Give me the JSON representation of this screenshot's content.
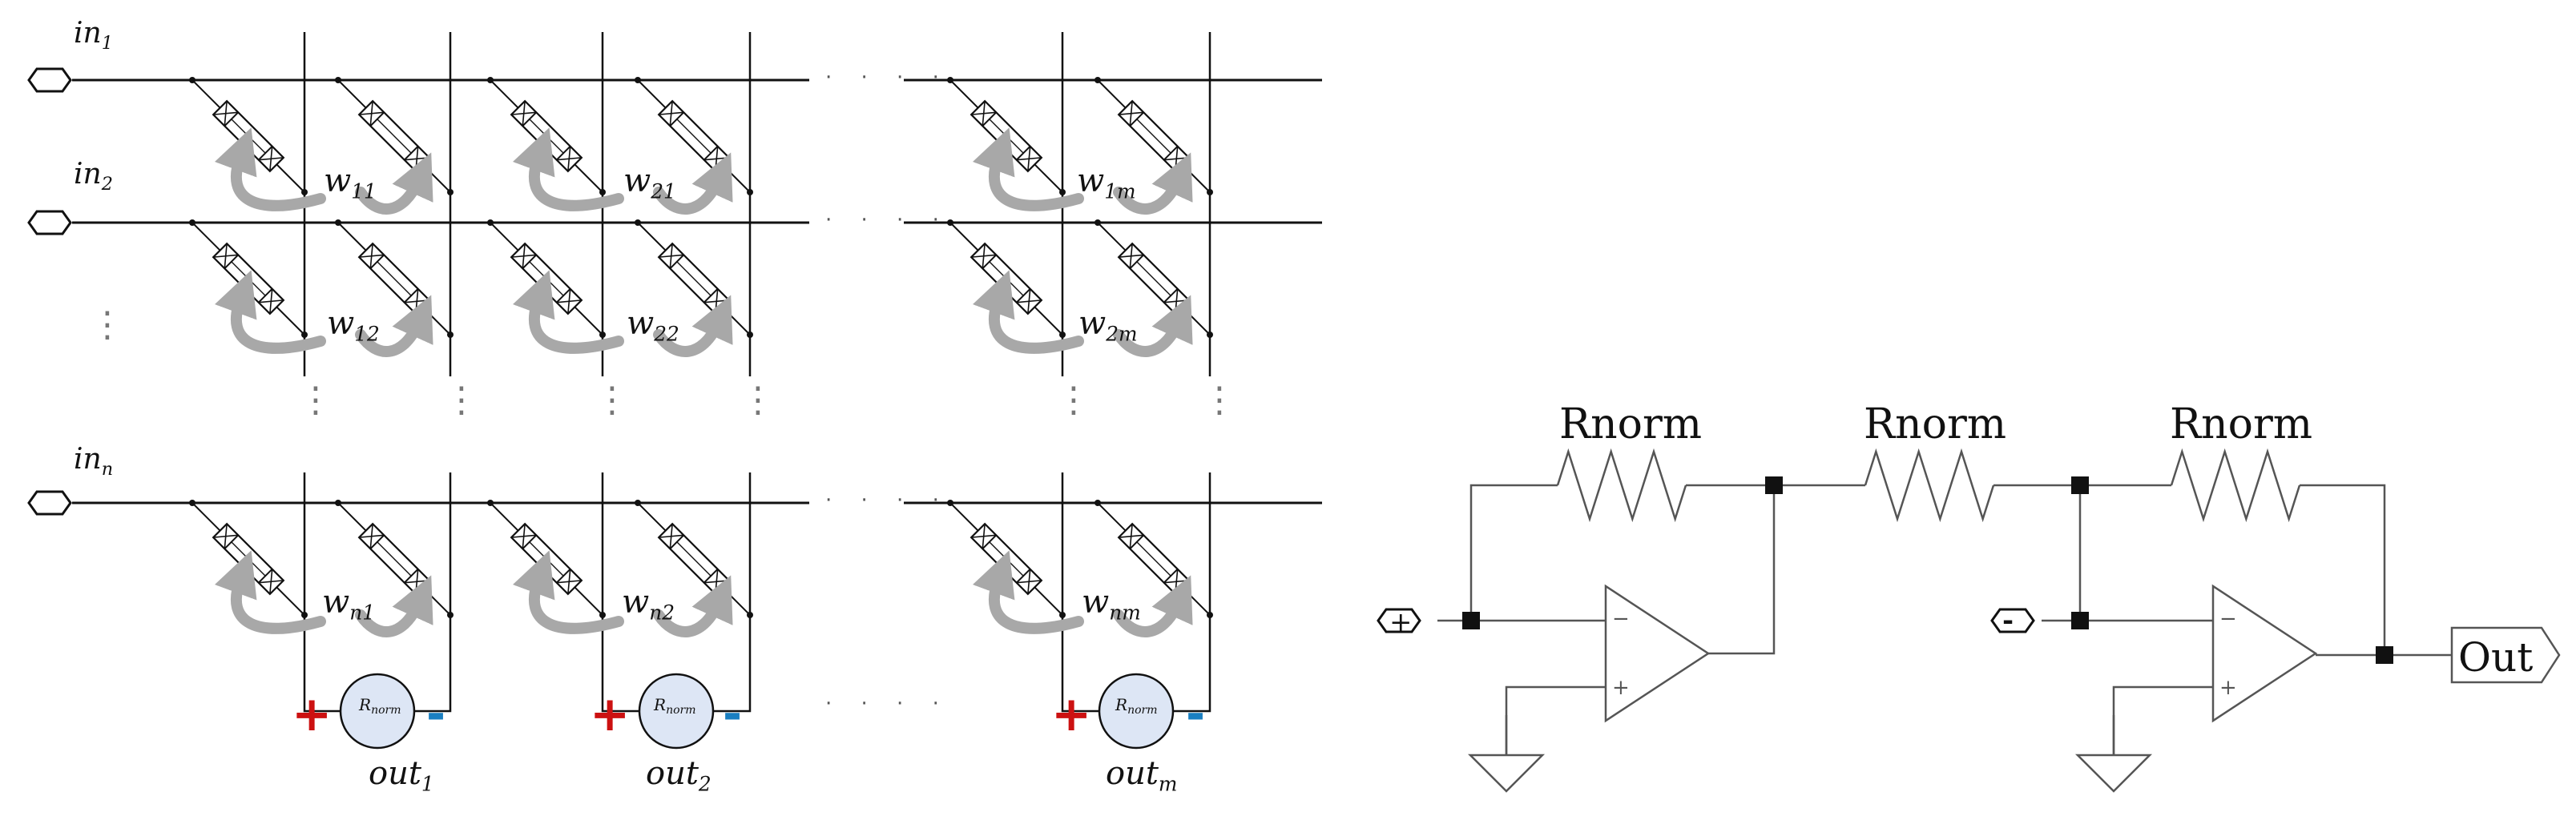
{
  "crossbar": {
    "inputs": [
      {
        "base": "in",
        "sub": "1"
      },
      {
        "base": "in",
        "sub": "2"
      },
      {
        "base": "in",
        "sub": "n"
      }
    ],
    "weights": [
      {
        "base": "w",
        "sub": "11"
      },
      {
        "base": "w",
        "sub": "21"
      },
      {
        "base": "w",
        "sub": "1m"
      },
      {
        "base": "w",
        "sub": "12"
      },
      {
        "base": "w",
        "sub": "22"
      },
      {
        "base": "w",
        "sub": "2m"
      },
      {
        "base": "w",
        "sub": "n1"
      },
      {
        "base": "w",
        "sub": "n2"
      },
      {
        "base": "w",
        "sub": "nm"
      }
    ],
    "outputs": [
      {
        "base": "out",
        "sub": "1"
      },
      {
        "base": "out",
        "sub": "2"
      },
      {
        "base": "out",
        "sub": "m"
      }
    ],
    "rnorm_circle": {
      "base": "R",
      "sub": "norm"
    },
    "polarity_plus": "+",
    "polarity_minus": "-",
    "ellipsis_h": "· · · ·",
    "ellipsis_v": "⋮",
    "colors": {
      "plus": "#cc1111",
      "minus": "#1a7fc1",
      "circle_fill": "#dde6f5",
      "arrow": "#a8a8a8"
    }
  },
  "amplifier": {
    "resistor_labels": [
      "Rnorm",
      "Rnorm",
      "Rnorm"
    ],
    "input_plus": "+",
    "input_minus": "-",
    "output_label": "Out",
    "opamp_minus": "−",
    "opamp_plus": "+"
  }
}
